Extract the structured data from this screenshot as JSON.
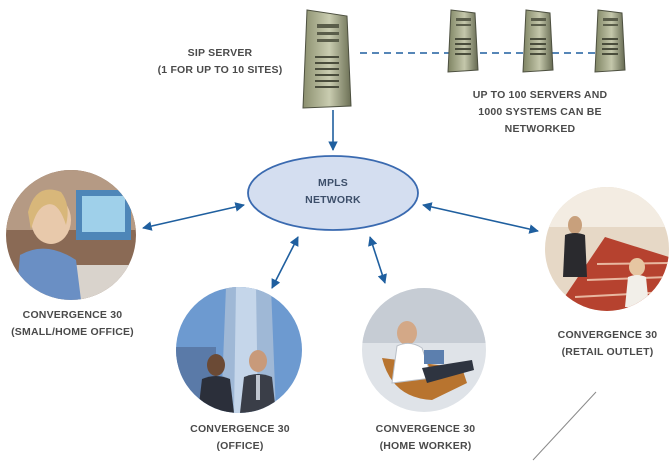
{
  "labels": {
    "sip_server": [
      "SIP SERVER",
      "(1 FOR UP TO 10 SITES)"
    ],
    "networked": [
      "UP TO 100 SERVERS AND",
      "1000 SYSTEMS CAN BE",
      "NETWORKED"
    ],
    "mpls": [
      "MPLS",
      "NETWORK"
    ],
    "small_home_office": [
      "CONVERGENCE 30",
      "(SMALL/HOME OFFICE)"
    ],
    "office": [
      "CONVERGENCE 30",
      "(OFFICE)"
    ],
    "home_worker": [
      "CONVERGENCE 30",
      "(HOME WORKER)"
    ],
    "retail_outlet": [
      "CONVERGENCE 30",
      "(RETAIL OUTLET)"
    ]
  },
  "icons": {
    "server": "tower-server-icon",
    "network": "mpls-cloud-ellipse"
  },
  "colors": {
    "arrow": "#1f5f9f",
    "ellipse_fill": "#d4def0",
    "ellipse_stroke": "#3a6ab0",
    "text": "#4a4a4a"
  }
}
